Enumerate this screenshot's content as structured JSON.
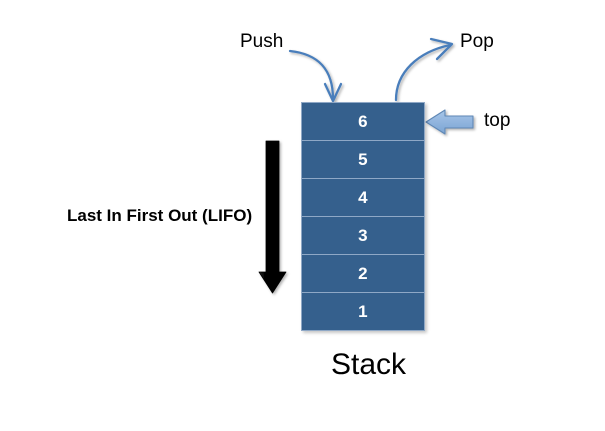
{
  "diagram": {
    "title": "Stack",
    "description_label": "Last In First Out (LIFO)",
    "stack": {
      "cells": [
        {
          "value": "6"
        },
        {
          "value": "5"
        },
        {
          "value": "4"
        },
        {
          "value": "3"
        },
        {
          "value": "2"
        },
        {
          "value": "1"
        }
      ],
      "fill_color": "#35608D",
      "border_color": "#8FA8C6",
      "value_color": "#FFFFFF"
    },
    "annotations": {
      "push": {
        "label": "Push",
        "arrow_name": "push-curved-arrow",
        "arrow_color": "#4A7EBB",
        "direction": "into-top-of-stack"
      },
      "pop": {
        "label": "Pop",
        "arrow_name": "pop-curved-arrow",
        "arrow_color": "#4A7EBB",
        "direction": "out-of-top-of-stack"
      },
      "top": {
        "label": "top",
        "arrow_name": "top-pointer-arrow",
        "arrow_fill": "#8CB3DD",
        "arrow_border": "#5E87B5",
        "direction": "left"
      },
      "lifo": {
        "label": "Last In First Out (LIFO)",
        "arrow_name": "lifo-down-arrow",
        "arrow_color": "#000000",
        "direction": "down"
      }
    }
  }
}
